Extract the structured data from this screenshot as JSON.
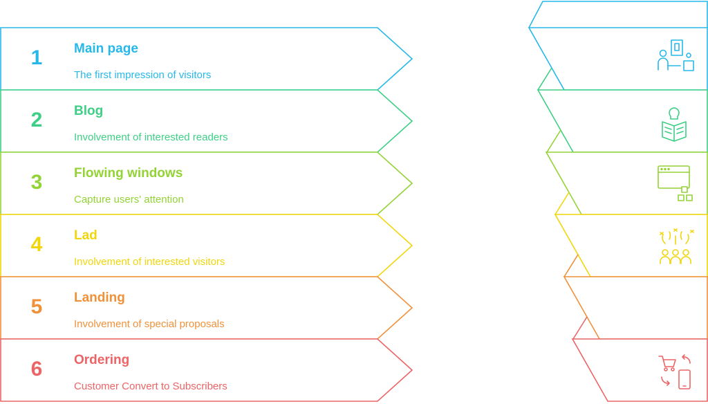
{
  "steps": [
    {
      "number": "1",
      "title": "Main page",
      "description": "The first impression of visitors",
      "color": "#27b8ea",
      "icon": "presentation-person-icon"
    },
    {
      "number": "2",
      "title": "Blog",
      "description": "Involvement of interested readers",
      "color": "#3ecf86",
      "icon": "person-reading-icon"
    },
    {
      "number": "3",
      "title": "Flowing windows",
      "description": "Capture users' attention",
      "color": "#93d335",
      "icon": "browser-window-blocks-icon"
    },
    {
      "number": "4",
      "title": "Lad",
      "description": "Involvement of interested visitors",
      "color": "#f1d60c",
      "icon": "audience-celebration-icon"
    },
    {
      "number": "5",
      "title": "Landing",
      "description": "Involvement of special proposals",
      "color": "#f0913a",
      "icon": ""
    },
    {
      "number": "6",
      "title": "Ordering",
      "description": "Customer Convert to Subscribers",
      "color": "#ec6466",
      "icon": "cart-mobile-sync-icon"
    }
  ]
}
